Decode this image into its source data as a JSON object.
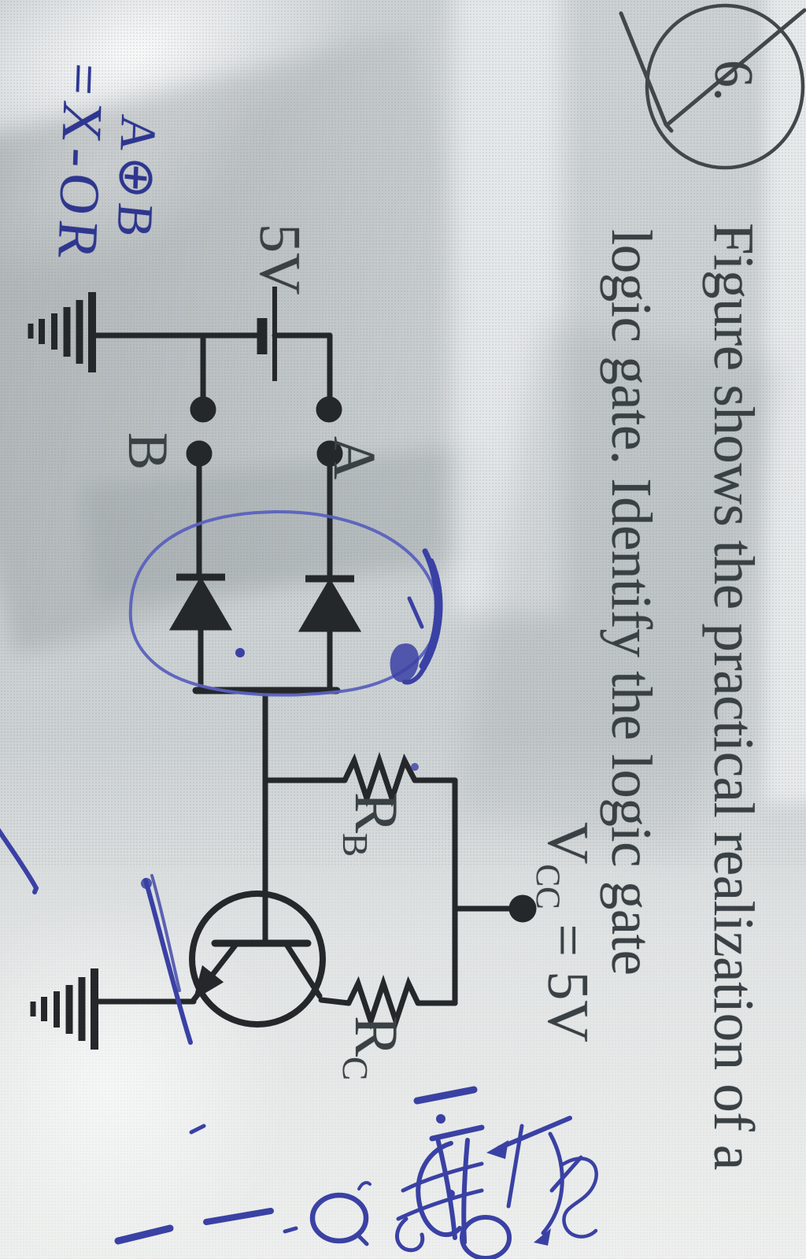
{
  "photo": {
    "bg_color": "#ccd1d3",
    "ink_color": "#25282a",
    "printed_text_color": "#3a4145",
    "pen_blue": "#3a41a4",
    "pen_blue_light": "#5a61bd",
    "pencil_color": "#41474a"
  },
  "question": {
    "number": "6.",
    "line1": "Figure shows the practical realization of a",
    "line2": "logic gate. Identify the logic gate"
  },
  "handwritten": {
    "answer_line1": "=X-OR",
    "answer_line2": "A⊕B"
  },
  "circuit": {
    "supply_label": "5V",
    "input_a": "A",
    "input_b": "B",
    "rb_base": "R",
    "rb_sub": "B",
    "rc_base": "R",
    "rc_sub": "C",
    "vcc_base": "V",
    "vcc_sub": "CC",
    "vcc_value": "= 5V"
  }
}
